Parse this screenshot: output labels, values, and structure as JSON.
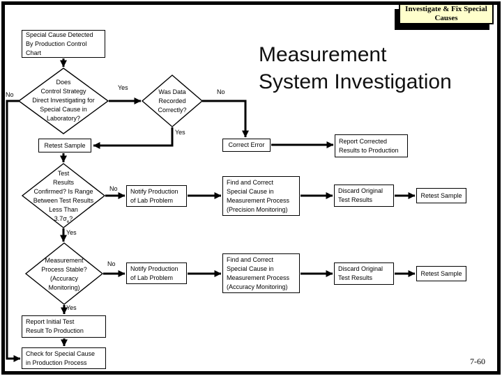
{
  "slide": {
    "badge": "Investigate & Fix Special\nCauses",
    "title": "Measurement\nSystem Investigation",
    "page_number": "7-60"
  },
  "colors": {
    "badge_bg": "#FFFFCC",
    "line": "#000000",
    "text": "#000000",
    "background": "#FFFFFF"
  },
  "labels": {
    "yes": "Yes",
    "no": "No"
  },
  "nodes": {
    "start": "Special Cause Detected\nBy Production Control\nChart",
    "control_strategy_q": "Does\nControl Strategy\nDirect Investigating for\nSpecial Cause in\nLaboratory?",
    "data_recorded_q": "Was Data\nRecorded\nCorrectly?",
    "retest_sample": "Retest Sample",
    "correct_error": "Correct Error",
    "report_corrected": "Report Corrected\nResults to Production",
    "test_results_q_main": "Test\nResults\nConfirmed? Is Range\nBetween Test Results\nLess Than\n3.7σ",
    "test_results_q_sub": "e",
    "test_results_q_end": "?",
    "notify_production": "Notify Production\nof Lab Problem",
    "find_correct_precision": "Find and Correct\nSpecial Cause in\nMeasurement Process\n(Precision Monitoring)",
    "discard_original": "Discard Original\nTest Results",
    "process_stable_q": "Measurement\nProcess Stable?\n(Accuracy\nMonitoring)",
    "find_correct_accuracy": "Find and Correct\nSpecial Cause in\nMeasurement Process\n(Accuracy Monitoring)",
    "report_initial": "Report Initial Test\nResult To Production",
    "check_special_cause": "Check for Special Cause\nin Production Process"
  }
}
